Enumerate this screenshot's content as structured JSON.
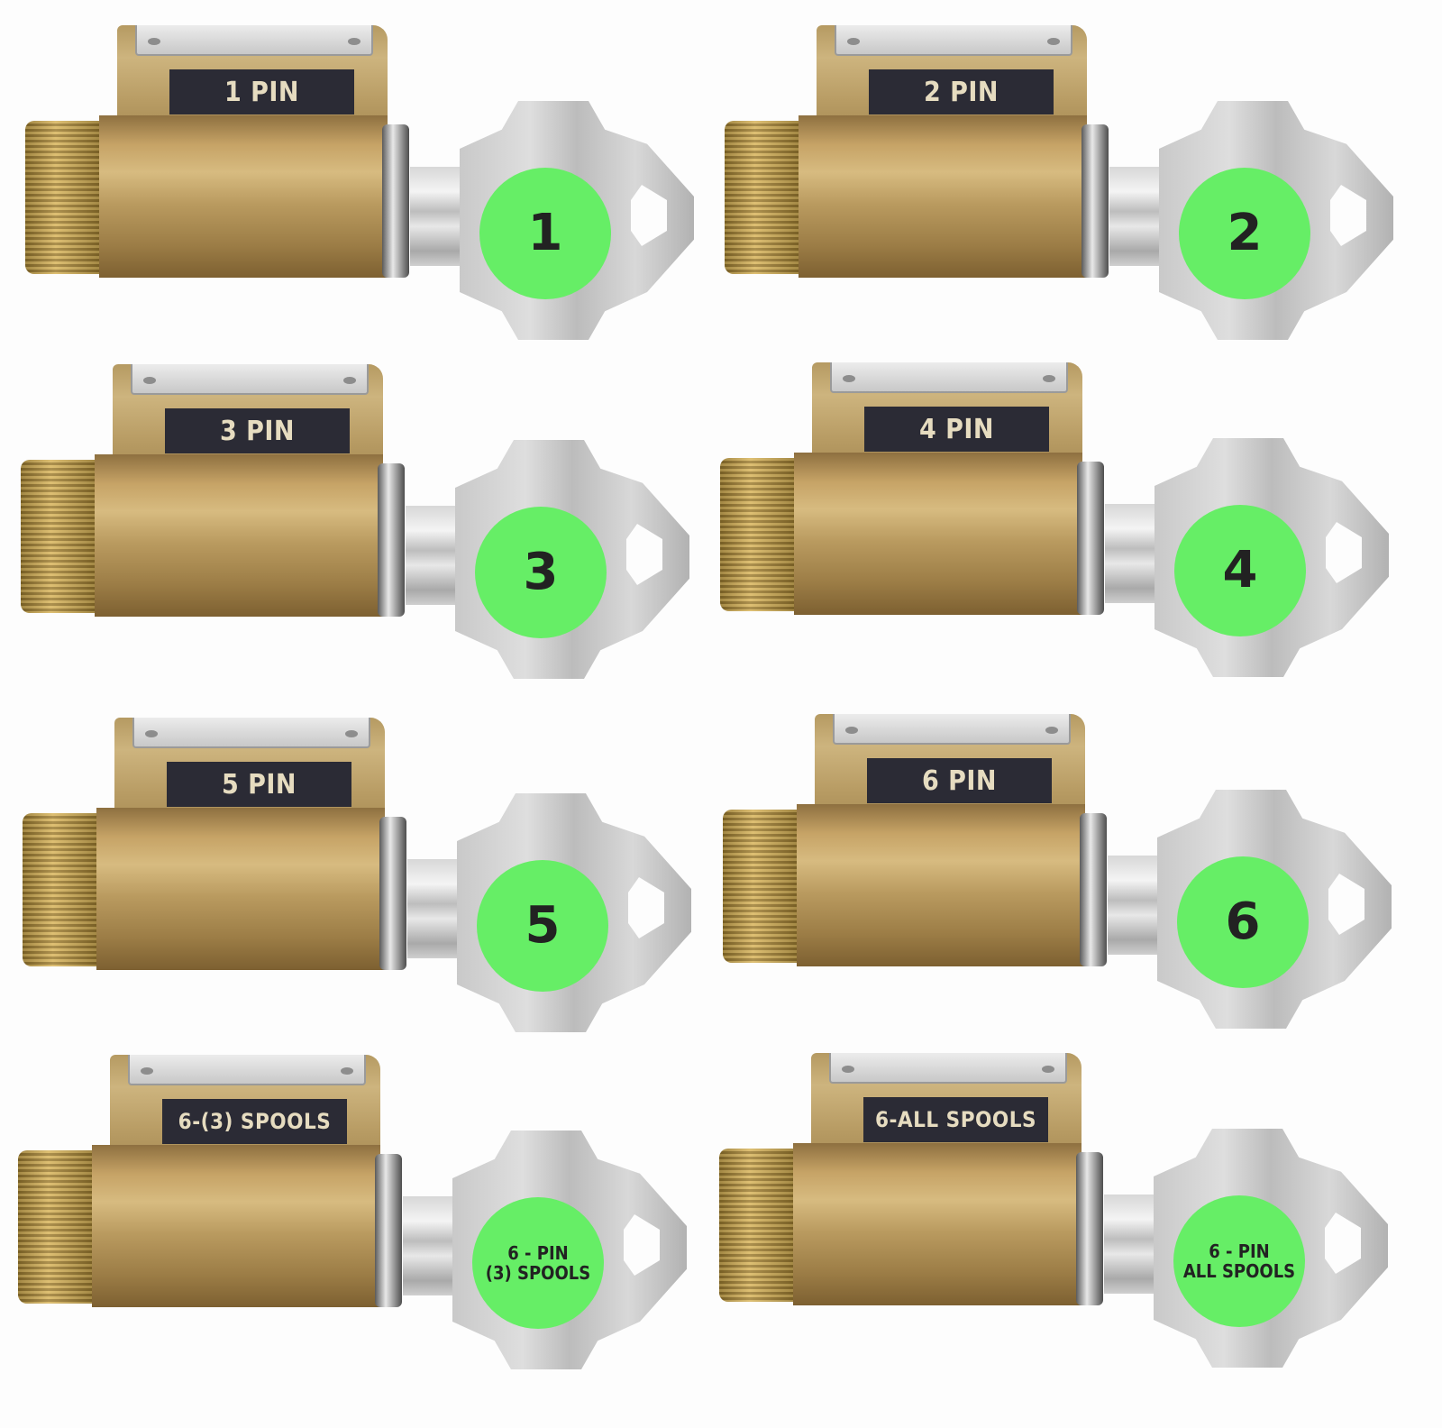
{
  "cylinders": [
    {
      "plate_label": "1 PIN",
      "badge_lines": [
        "1"
      ]
    },
    {
      "plate_label": "2 PIN",
      "badge_lines": [
        "2"
      ]
    },
    {
      "plate_label": "3 PIN",
      "badge_lines": [
        "3"
      ]
    },
    {
      "plate_label": "4 PIN",
      "badge_lines": [
        "4"
      ]
    },
    {
      "plate_label": "5 PIN",
      "badge_lines": [
        "5"
      ]
    },
    {
      "plate_label": "6 PIN",
      "badge_lines": [
        "6"
      ]
    },
    {
      "plate_label": "6-(3) SPOOLS",
      "badge_lines": [
        "6 - PIN",
        "(3) SPOOLS"
      ]
    },
    {
      "plate_label": "6-ALL SPOOLS",
      "badge_lines": [
        "6 - PIN",
        "ALL SPOOLS"
      ]
    }
  ],
  "colors": {
    "badge_green": "#66ee66",
    "brass": "#c6a366",
    "label_bg": "#2b2b35",
    "label_text": "#e6dcc0"
  }
}
